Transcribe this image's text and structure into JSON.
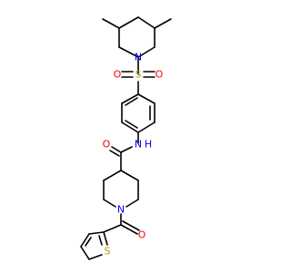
{
  "colors": {
    "bond": "#000000",
    "N": "#0000ff",
    "O": "#ff0000",
    "S_sulfonyl": "#b8a000",
    "S_thiophene": "#b8a000"
  },
  "atoms": {
    "piperidine_N": "N",
    "sulfonyl_S": "S",
    "sulfonyl_O_left": "O",
    "sulfonyl_O_right": "O",
    "amide_N": "N",
    "amide_H": "H",
    "amide_O": "O",
    "carbonyl_O": "O",
    "ring_N": "N",
    "thiophene_S": "S"
  }
}
